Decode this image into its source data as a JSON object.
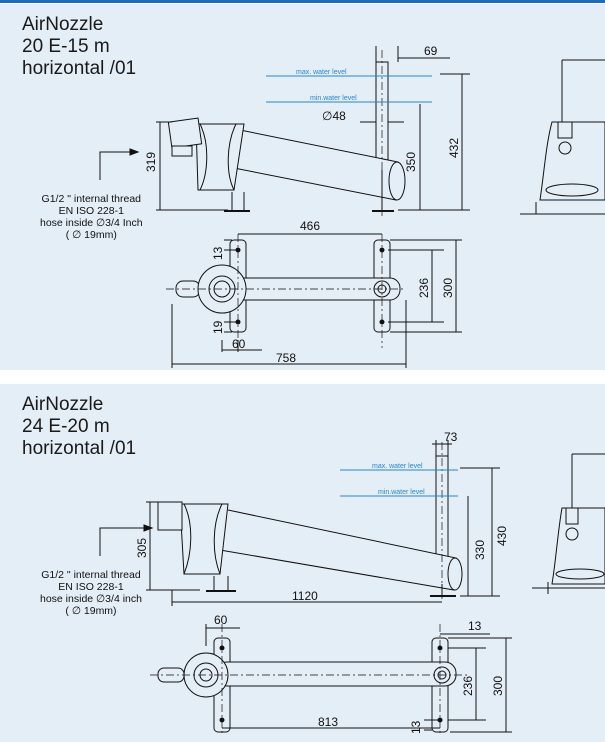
{
  "panel1": {
    "title_lines": [
      "AirNozzle",
      "20 E-15 m",
      "horizontal /01"
    ],
    "note_lines": [
      "G1/2 \" internal thread",
      "EN ISO 228-1",
      "hose inside ∅3/4 Inch",
      "( ∅ 19mm)"
    ],
    "level_labels": {
      "max": "max. water level",
      "min": "min.water level"
    },
    "dims": {
      "d69": "69",
      "d48": "∅48",
      "d319": "319",
      "d350": "350",
      "d432": "432",
      "d466": "466",
      "d13": "13",
      "d236": "236",
      "d300": "300",
      "d19": "19",
      "d60": "60",
      "d758": "758"
    }
  },
  "panel2": {
    "title_lines": [
      "AirNozzle",
      "24 E-20 m",
      "horizontal /01"
    ],
    "note_lines": [
      "G1/2 \" internal thread",
      "EN ISO 228-1",
      "hose inside ∅3/4 inch",
      "( ∅ 19mm)"
    ],
    "level_labels": {
      "max": "max. water level",
      "min": "min.water level"
    },
    "dims": {
      "d73": "73",
      "d305": "305",
      "d330": "330",
      "d430": "430",
      "d1120": "1120",
      "d60": "60",
      "d13a": "13",
      "d236": "236",
      "d300": "300",
      "d13b": "13",
      "d813": "813"
    }
  },
  "colors": {
    "panel_bg": "#e4eef6",
    "accent": "#1f6fb2",
    "water_level": "#2a86d0",
    "line": "#111111"
  }
}
